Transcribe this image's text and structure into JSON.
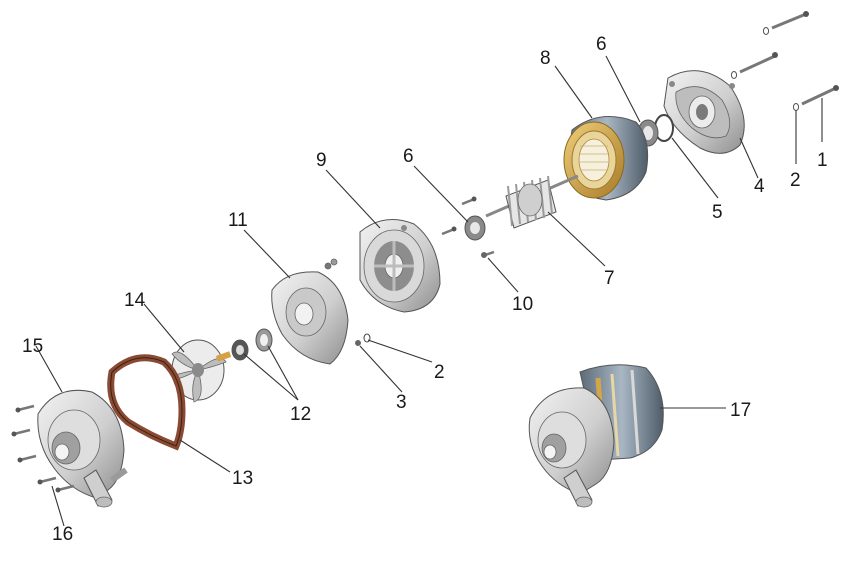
{
  "labels": [
    {
      "text": "1"
    },
    {
      "text": "2"
    },
    {
      "text": "2"
    },
    {
      "text": "3"
    },
    {
      "text": "4"
    },
    {
      "text": "5"
    },
    {
      "text": "6"
    },
    {
      "text": "6"
    },
    {
      "text": "7"
    },
    {
      "text": "8"
    },
    {
      "text": "9"
    },
    {
      "text": "10"
    },
    {
      "text": "11"
    },
    {
      "text": "12"
    },
    {
      "text": "13"
    },
    {
      "text": "14"
    },
    {
      "text": "15"
    },
    {
      "text": "16"
    },
    {
      "text": "17"
    }
  ],
  "colors": {
    "housing": "#d6d6d6",
    "housing_dark": "#9a9a9a",
    "stator_band": "#7f8c99",
    "stator_light": "#b8c4cf",
    "copper": "#d4a64a",
    "gasket": "#8a4a32",
    "impeller_tip": "#d8a040"
  }
}
